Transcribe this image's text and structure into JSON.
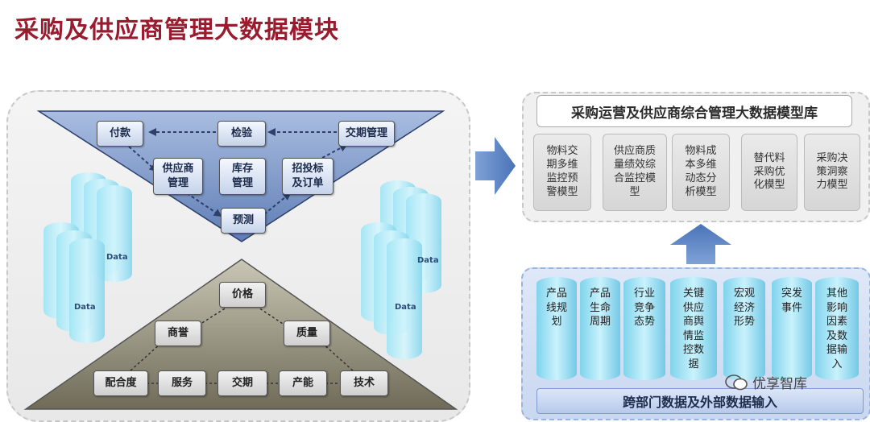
{
  "title": "采购及供应商管理大数据模块",
  "left": {
    "top_boxes": {
      "fukuan": "付款",
      "jianyan": "检验",
      "jiaoqi_guanli": "交期管理",
      "gongyingshang_1": "供应商",
      "gongyingshang_2": "管理",
      "kucun_1": "库存",
      "kucun_2": "管理",
      "zhaotoubiao_1": "招投标",
      "zhaotoubiao_2": "及订单",
      "yuce": "预测"
    },
    "bottom_boxes": {
      "jiage": "价格",
      "shangyu": "商誉",
      "zhiliang": "质量",
      "peihedu": "配合度",
      "fuwu": "服务",
      "jiaoqi": "交期",
      "channeng": "产能",
      "jishu": "技术"
    },
    "data_label": "Data"
  },
  "model_library": {
    "title": "采购运营及供应商综合管理大数据模型库",
    "models": [
      [
        "物料交",
        "期多维",
        "监控预",
        "警模型"
      ],
      [
        "供应商质",
        "量绩效综",
        "合监控模",
        "型"
      ],
      [
        "物料成",
        "本多维",
        "动态分",
        "析模型"
      ],
      [
        "替代料",
        "采购优",
        "化模型"
      ],
      [
        "采购决",
        "策洞察",
        "力模型"
      ]
    ]
  },
  "inputs": {
    "columns": [
      [
        "产品",
        "线规",
        "划"
      ],
      [
        "产品",
        "生命",
        "周期"
      ],
      [
        "行业",
        "竞争",
        "态势"
      ],
      [
        "关键",
        "供应",
        "商舆",
        "情监",
        "控数",
        "据"
      ],
      [
        "宏观",
        "经济",
        "形势"
      ],
      [
        "突发",
        "事件"
      ],
      [
        "其他",
        "影响",
        "因素",
        "及数",
        "据输",
        "入"
      ]
    ],
    "bar_label": "跨部门数据及外部数据输入"
  },
  "watermark": "优享智库",
  "colors": {
    "title": "#9b1b2e",
    "inverted_triangle": "#8ea5cf",
    "triangle": "#8e8a78",
    "cylinder": "#9fe4f4"
  }
}
